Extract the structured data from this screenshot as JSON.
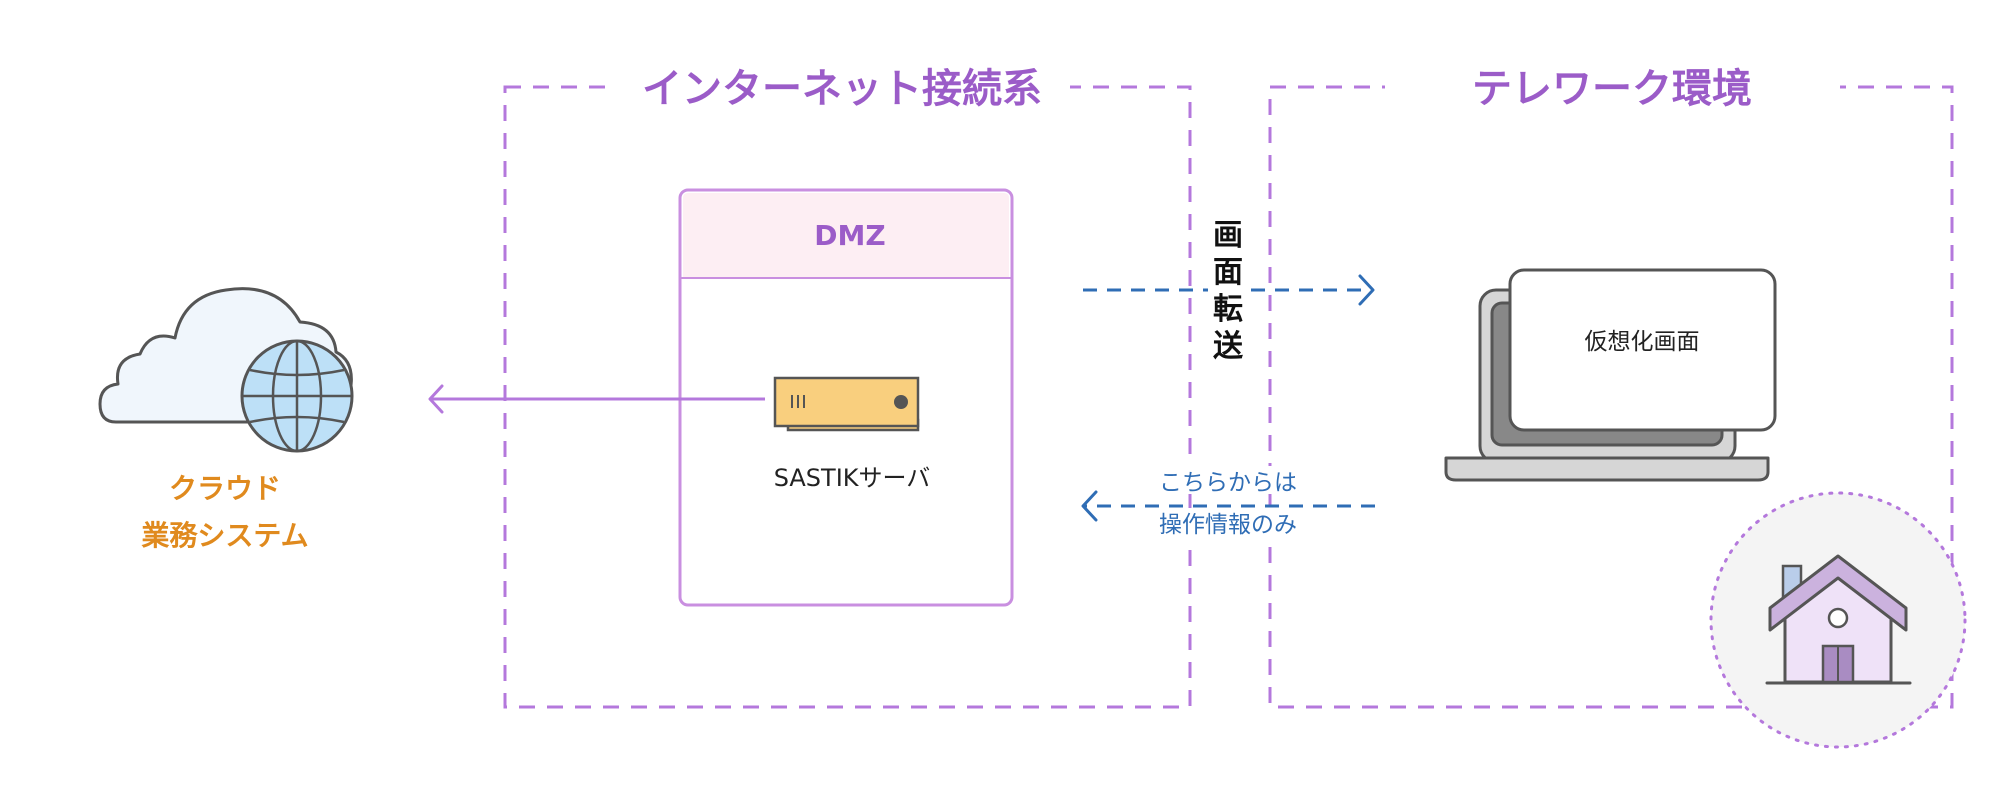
{
  "zones": {
    "internet": {
      "title": "インターネット接続系"
    },
    "telework": {
      "title": "テレワーク環境"
    }
  },
  "dmz": {
    "label": "DMZ"
  },
  "server": {
    "label": "SASTIKサーバ"
  },
  "cloud": {
    "line1": "クラウド",
    "line2": "業務システム"
  },
  "transfer": {
    "chars": [
      "画",
      "面",
      "転",
      "送"
    ]
  },
  "operation": {
    "line1": "こちらからは",
    "line2": "操作情報のみ"
  },
  "laptop": {
    "screen_label": "仮想化画面"
  },
  "colors": {
    "zone_border": "#b478dc",
    "zone_title": "#9b5cc8",
    "dmz_border": "#c98fe0",
    "dmz_header": "#fdeef3",
    "arrow_blue": "#2f6db5",
    "arrow_purple": "#b478dc",
    "cloud_text": "#e08a1e",
    "server_fill": "#f9cf7e"
  }
}
